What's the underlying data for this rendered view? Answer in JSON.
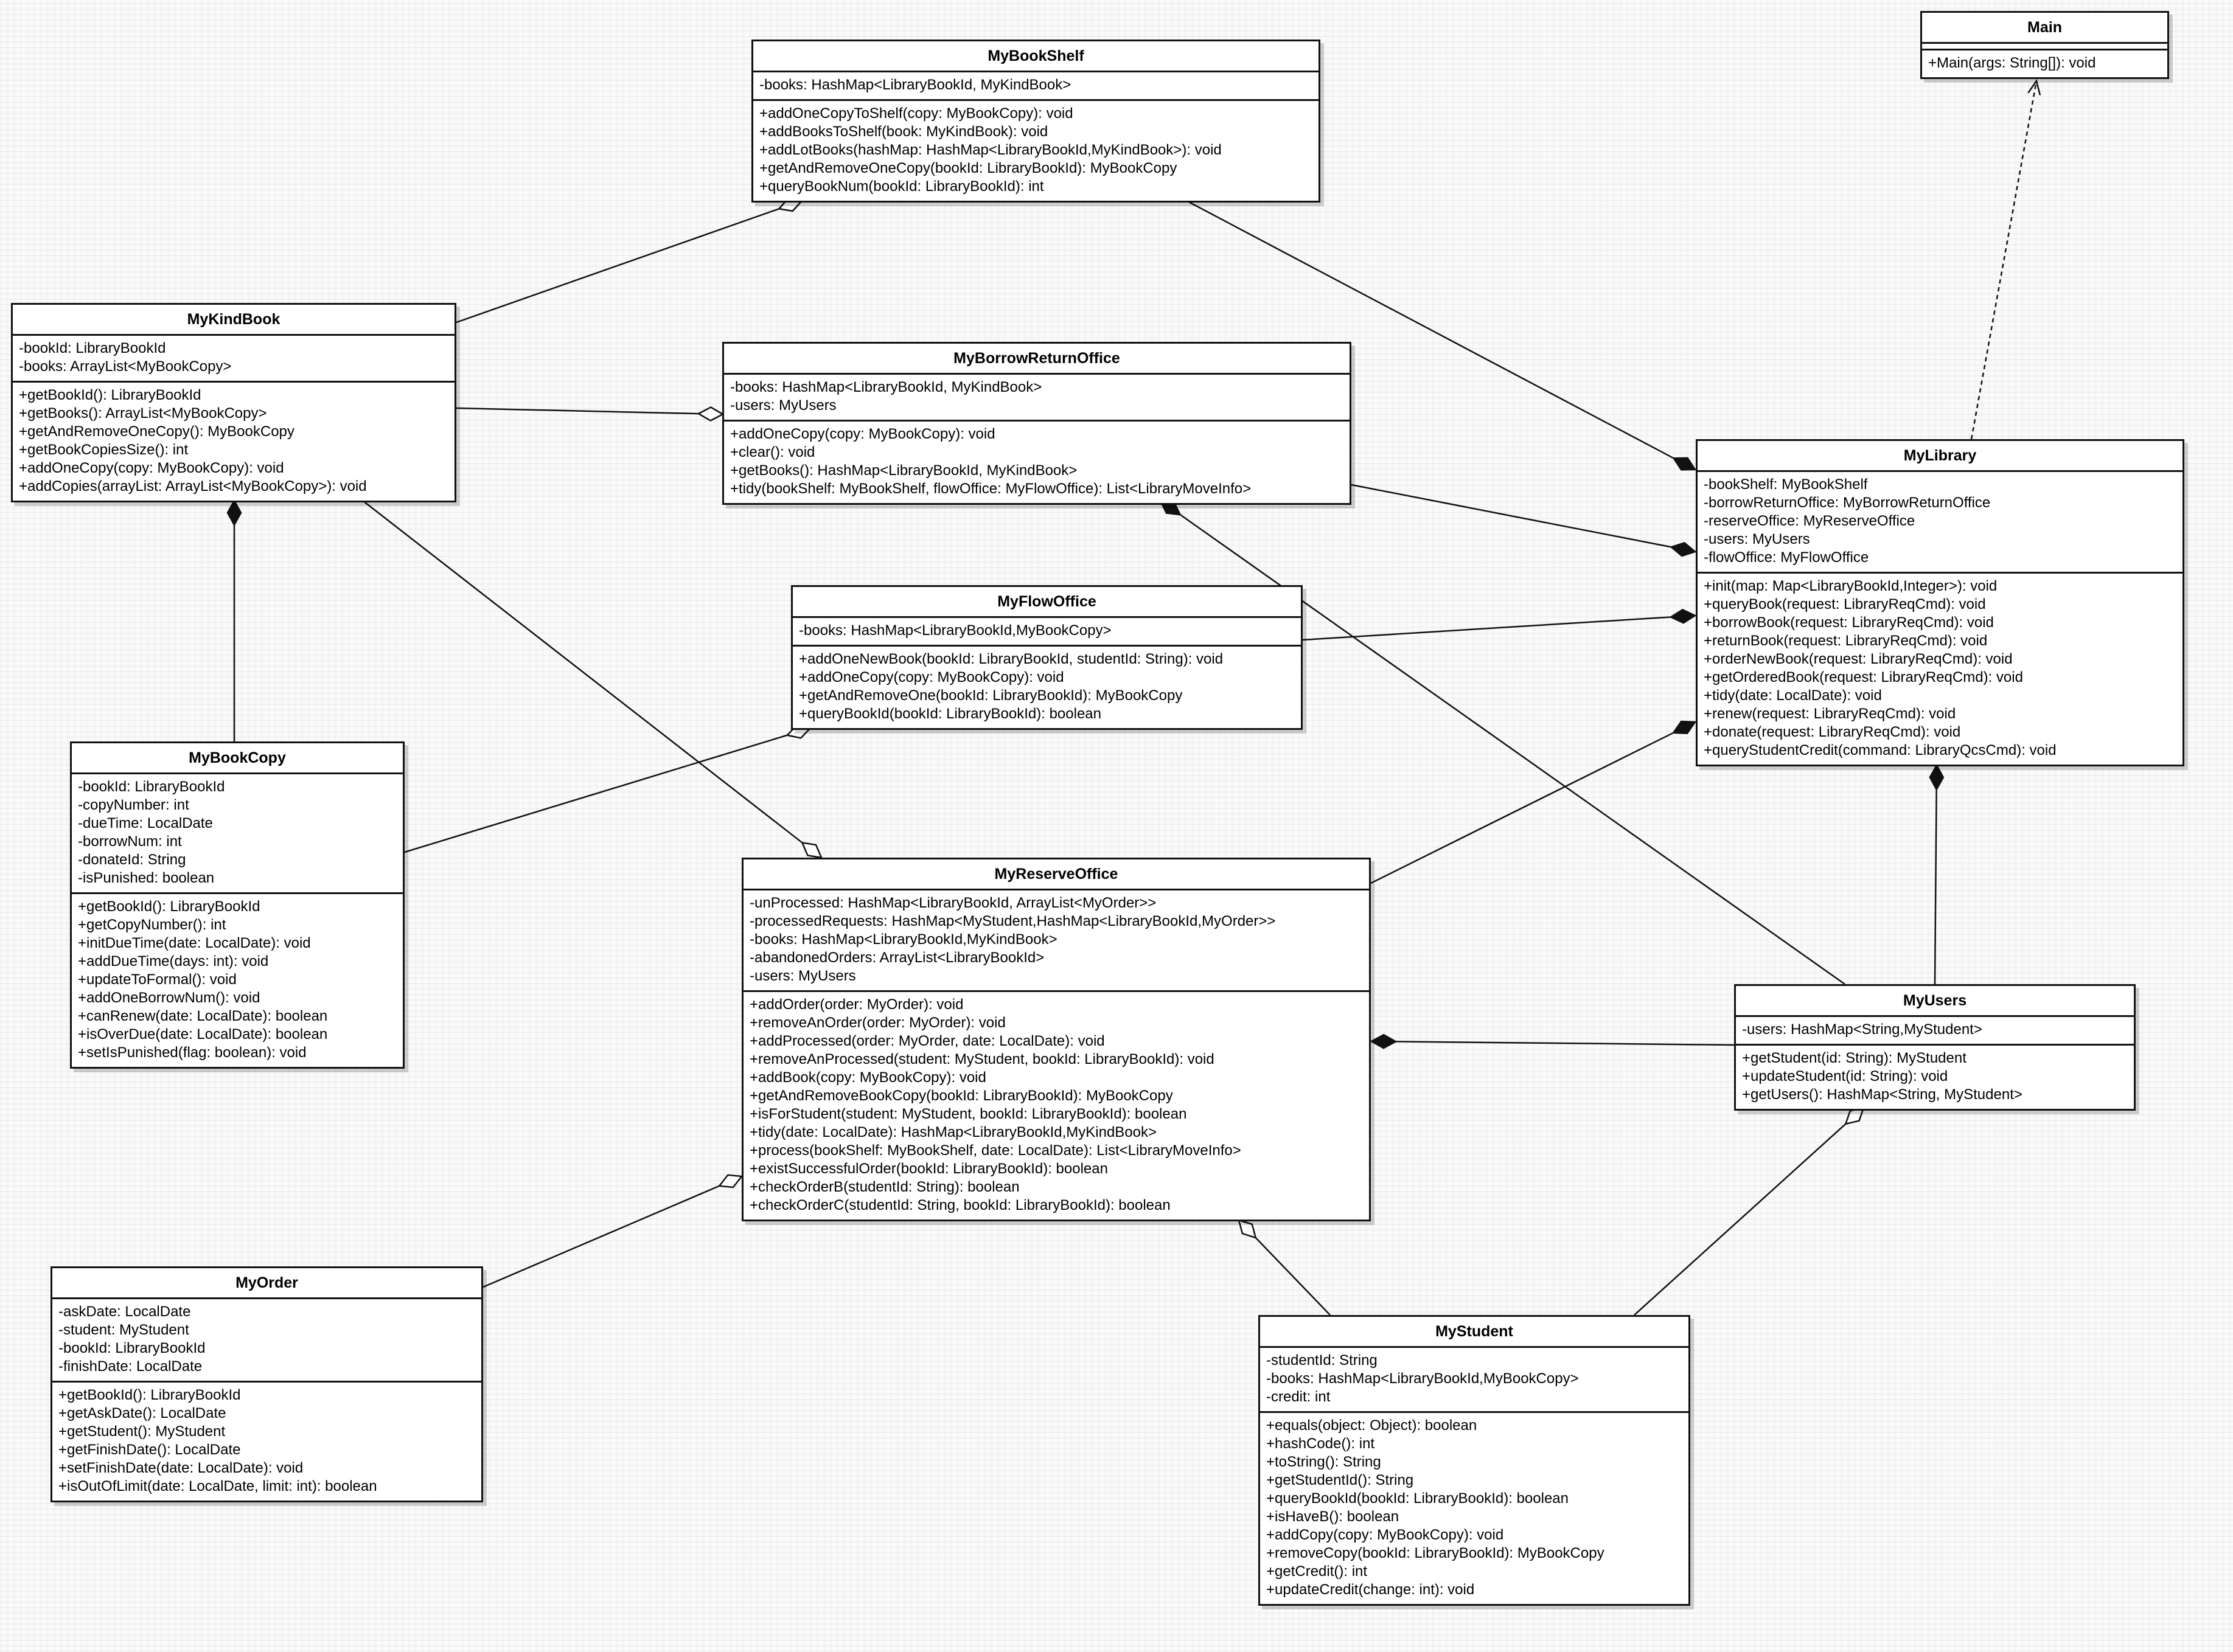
{
  "classes": {
    "mybookshelf": {
      "name": "MyBookShelf",
      "attributes": [
        "-books: HashMap<LibraryBookId, MyKindBook>"
      ],
      "methods": [
        "+addOneCopyToShelf(copy: MyBookCopy): void",
        "+addBooksToShelf(book: MyKindBook): void",
        "+addLotBooks(hashMap: HashMap<LibraryBookId,MyKindBook>): void",
        "+getAndRemoveOneCopy(bookId: LibraryBookId): MyBookCopy",
        "+queryBookNum(bookId: LibraryBookId): int"
      ]
    },
    "main": {
      "name": "Main",
      "attributes": [],
      "methods": [
        "+Main(args: String[]): void"
      ]
    },
    "mykindbook": {
      "name": "MyKindBook",
      "attributes": [
        "-bookId: LibraryBookId",
        "-books: ArrayList<MyBookCopy>"
      ],
      "methods": [
        "+getBookId(): LibraryBookId",
        "+getBooks(): ArrayList<MyBookCopy>",
        "+getAndRemoveOneCopy(): MyBookCopy",
        "+getBookCopiesSize(): int",
        "+addOneCopy(copy: MyBookCopy): void",
        "+addCopies(arrayList: ArrayList<MyBookCopy>): void"
      ]
    },
    "myborrowreturnoffice": {
      "name": "MyBorrowReturnOffice",
      "attributes": [
        "-books: HashMap<LibraryBookId, MyKindBook>",
        "-users: MyUsers"
      ],
      "methods": [
        "+addOneCopy(copy: MyBookCopy): void",
        "+clear(): void",
        "+getBooks(): HashMap<LibraryBookId, MyKindBook>",
        "+tidy(bookShelf: MyBookShelf, flowOffice: MyFlowOffice): List<LibraryMoveInfo>"
      ]
    },
    "mylibrary": {
      "name": "MyLibrary",
      "attributes": [
        "-bookShelf: MyBookShelf",
        "-borrowReturnOffice: MyBorrowReturnOffice",
        "-reserveOffice: MyReserveOffice",
        "-users: MyUsers",
        "-flowOffice: MyFlowOffice"
      ],
      "methods": [
        "+init(map: Map<LibraryBookId,Integer>): void",
        "+queryBook(request: LibraryReqCmd): void",
        "+borrowBook(request: LibraryReqCmd): void",
        "+returnBook(request: LibraryReqCmd): void",
        "+orderNewBook(request: LibraryReqCmd): void",
        "+getOrderedBook(request: LibraryReqCmd): void",
        "+tidy(date: LocalDate): void",
        "+renew(request: LibraryReqCmd): void",
        "+donate(request: LibraryReqCmd): void",
        "+queryStudentCredit(command: LibraryQcsCmd): void"
      ]
    },
    "myflowoffice": {
      "name": "MyFlowOffice",
      "attributes": [
        "-books: HashMap<LibraryBookId,MyBookCopy>"
      ],
      "methods": [
        "+addOneNewBook(bookId: LibraryBookId, studentId: String): void",
        "+addOneCopy(copy: MyBookCopy): void",
        "+getAndRemoveOne(bookId: LibraryBookId): MyBookCopy",
        "+queryBookId(bookId: LibraryBookId): boolean"
      ]
    },
    "mybookcopy": {
      "name": "MyBookCopy",
      "attributes": [
        "-bookId: LibraryBookId",
        "-copyNumber: int",
        "-dueTime: LocalDate",
        "-borrowNum: int",
        "-donateId: String",
        "-isPunished: boolean"
      ],
      "methods": [
        "+getBookId(): LibraryBookId",
        "+getCopyNumber(): int",
        "+initDueTime(date: LocalDate): void",
        "+addDueTime(days: int): void",
        "+updateToFormal(): void",
        "+addOneBorrowNum(): void",
        "+canRenew(date: LocalDate): boolean",
        "+isOverDue(date: LocalDate): boolean",
        "+setIsPunished(flag: boolean): void"
      ]
    },
    "myreserveoffice": {
      "name": "MyReserveOffice",
      "attributes": [
        "-unProcessed: HashMap<LibraryBookId, ArrayList<MyOrder>>",
        "-processedRequests: HashMap<MyStudent,HashMap<LibraryBookId,MyOrder>>",
        "-books: HashMap<LibraryBookId,MyKindBook>",
        "-abandonedOrders: ArrayList<LibraryBookId>",
        "-users: MyUsers"
      ],
      "methods": [
        "+addOrder(order: MyOrder): void",
        "+removeAnOrder(order: MyOrder): void",
        "+addProcessed(order: MyOrder, date: LocalDate): void",
        "+removeAnProcessed(student: MyStudent, bookId: LibraryBookId): void",
        "+addBook(copy: MyBookCopy): void",
        "+getAndRemoveBookCopy(bookId: LibraryBookId): MyBookCopy",
        "+isForStudent(student: MyStudent, bookId: LibraryBookId): boolean",
        "+tidy(date: LocalDate): HashMap<LibraryBookId,MyKindBook>",
        "+process(bookShelf: MyBookShelf, date: LocalDate): List<LibraryMoveInfo>",
        "+existSuccessfulOrder(bookId: LibraryBookId): boolean",
        "+checkOrderB(studentId: String): boolean",
        "+checkOrderC(studentId: String, bookId: LibraryBookId): boolean"
      ]
    },
    "myusers": {
      "name": "MyUsers",
      "attributes": [
        "-users: HashMap<String,MyStudent>"
      ],
      "methods": [
        "+getStudent(id: String): MyStudent",
        "+updateStudent(id: String): void",
        "+getUsers(): HashMap<String, MyStudent>"
      ]
    },
    "myorder": {
      "name": "MyOrder",
      "attributes": [
        "-askDate: LocalDate",
        "-student: MyStudent",
        "-bookId: LibraryBookId",
        "-finishDate: LocalDate"
      ],
      "methods": [
        "+getBookId(): LibraryBookId",
        "+getAskDate(): LocalDate",
        "+getStudent(): MyStudent",
        "+getFinishDate(): LocalDate",
        "+setFinishDate(date: LocalDate): void",
        "+isOutOfLimit(date: LocalDate, limit: int): boolean"
      ]
    },
    "mystudent": {
      "name": "MyStudent",
      "attributes": [
        "-studentId: String",
        "-books: HashMap<LibraryBookId,MyBookCopy>",
        "-credit: int"
      ],
      "methods": [
        "+equals(object: Object): boolean",
        "+hashCode(): int",
        "+toString(): String",
        "+getStudentId(): String",
        "+queryBookId(bookId: LibraryBookId): boolean",
        "+isHaveB(): boolean",
        "+addCopy(copy: MyBookCopy): void",
        "+removeCopy(bookId: LibraryBookId): MyBookCopy",
        "+getCredit(): int",
        "+updateCredit(change: int): void"
      ]
    }
  },
  "relationships": [
    {
      "from": "mylibrary",
      "to": "main",
      "kind": "dependency"
    },
    {
      "from": "mykindbook",
      "to": "mybookshelf",
      "kind": "aggregation"
    },
    {
      "from": "mybookshelf",
      "to": "mylibrary",
      "kind": "composition"
    },
    {
      "from": "mykindbook",
      "to": "myborrowreturnoffice",
      "kind": "aggregation"
    },
    {
      "from": "myborrowreturnoffice",
      "to": "mylibrary",
      "kind": "composition"
    },
    {
      "from": "myflowoffice",
      "to": "mylibrary",
      "kind": "composition"
    },
    {
      "from": "myreserveoffice",
      "to": "mylibrary",
      "kind": "composition"
    },
    {
      "from": "myusers",
      "to": "mylibrary",
      "kind": "composition"
    },
    {
      "from": "mybookcopy",
      "to": "mykindbook",
      "kind": "composition"
    },
    {
      "from": "mykindbook",
      "to": "myreserveoffice",
      "kind": "aggregation"
    },
    {
      "from": "mybookcopy",
      "to": "myflowoffice",
      "kind": "aggregation"
    },
    {
      "from": "myusers",
      "to": "myborrowreturnoffice",
      "kind": "composition"
    },
    {
      "from": "myusers",
      "to": "myreserveoffice",
      "kind": "composition"
    },
    {
      "from": "myorder",
      "to": "myreserveoffice",
      "kind": "aggregation"
    },
    {
      "from": "mystudent",
      "to": "myreserveoffice",
      "kind": "aggregation"
    },
    {
      "from": "mystudent",
      "to": "myusers",
      "kind": "aggregation"
    }
  ]
}
